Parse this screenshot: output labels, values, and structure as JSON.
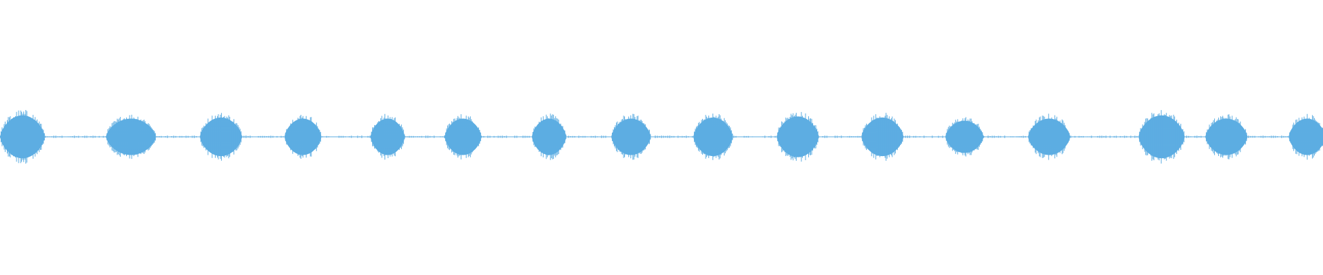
{
  "chart_data": {
    "type": "waveform",
    "title": "",
    "xlabel": "",
    "ylabel": "",
    "grid": false,
    "legend": "none",
    "color": "#5DADE2",
    "amplitude_range": [
      -1,
      1
    ],
    "time_range": [
      0,
      1
    ],
    "baseline": 0,
    "bursts": [
      {
        "center": 0.017,
        "width": 0.034,
        "amplitude": 0.2
      },
      {
        "center": 0.099,
        "width": 0.038,
        "amplitude": 0.17
      },
      {
        "center": 0.167,
        "width": 0.032,
        "amplitude": 0.18
      },
      {
        "center": 0.229,
        "width": 0.028,
        "amplitude": 0.17
      },
      {
        "center": 0.293,
        "width": 0.026,
        "amplitude": 0.17
      },
      {
        "center": 0.35,
        "width": 0.028,
        "amplitude": 0.17
      },
      {
        "center": 0.415,
        "width": 0.026,
        "amplitude": 0.17
      },
      {
        "center": 0.477,
        "width": 0.03,
        "amplitude": 0.17
      },
      {
        "center": 0.539,
        "width": 0.03,
        "amplitude": 0.18
      },
      {
        "center": 0.603,
        "width": 0.032,
        "amplitude": 0.19
      },
      {
        "center": 0.667,
        "width": 0.032,
        "amplitude": 0.18
      },
      {
        "center": 0.729,
        "width": 0.029,
        "amplitude": 0.15
      },
      {
        "center": 0.793,
        "width": 0.032,
        "amplitude": 0.17
      },
      {
        "center": 0.878,
        "width": 0.035,
        "amplitude": 0.2
      },
      {
        "center": 0.927,
        "width": 0.032,
        "amplitude": 0.17
      },
      {
        "center": 0.988,
        "width": 0.028,
        "amplitude": 0.17
      }
    ],
    "noise_floor": 0.01
  }
}
